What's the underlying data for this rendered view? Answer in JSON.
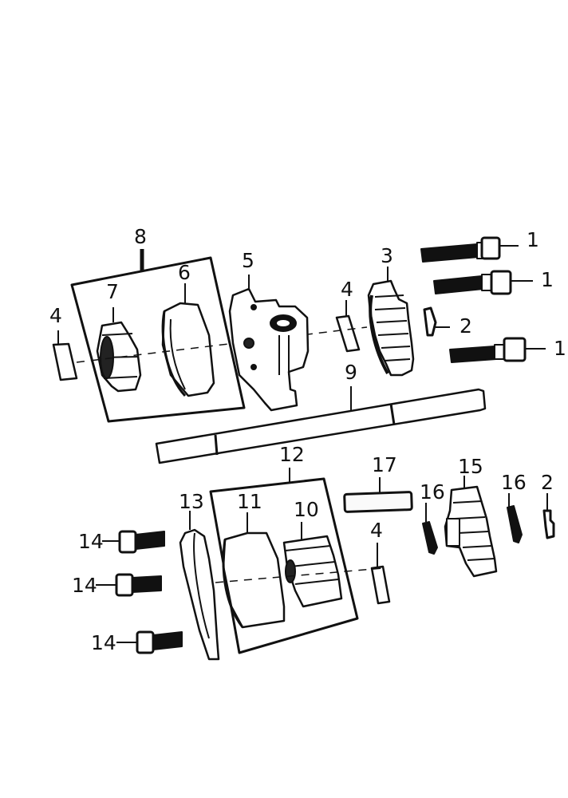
{
  "diagram": {
    "type": "exploded-parts-view",
    "background": "#ffffff",
    "line_color": "#111111",
    "parts": [
      {
        "id": "1",
        "name": "flange-bolt",
        "count": 3
      },
      {
        "id": "2",
        "name": "circlip",
        "count": 2
      },
      {
        "id": "3",
        "name": "gear",
        "count": 1
      },
      {
        "id": "4",
        "name": "pin",
        "count": 3
      },
      {
        "id": "5",
        "name": "pump-body",
        "count": 1
      },
      {
        "id": "6",
        "name": "outer-rotor",
        "count": 1
      },
      {
        "id": "7",
        "name": "inner-rotor",
        "count": 1
      },
      {
        "id": "8",
        "name": "rotor-set",
        "count": 1
      },
      {
        "id": "9",
        "name": "shaft",
        "count": 1
      },
      {
        "id": "10",
        "name": "inner-rotor",
        "count": 1
      },
      {
        "id": "11",
        "name": "outer-rotor",
        "count": 1
      },
      {
        "id": "12",
        "name": "rotor-set",
        "count": 1
      },
      {
        "id": "13",
        "name": "cover-plate",
        "count": 1
      },
      {
        "id": "14",
        "name": "flange-bolt",
        "count": 3
      },
      {
        "id": "15",
        "name": "gear",
        "count": 1
      },
      {
        "id": "16",
        "name": "spring-washer",
        "count": 2
      },
      {
        "id": "17",
        "name": "pin",
        "count": 1
      }
    ],
    "labels": {
      "l1a": "1",
      "l1b": "1",
      "l1c": "1",
      "l2a": "2",
      "l2b": "2",
      "l3": "3",
      "l4a": "4",
      "l4b": "4",
      "l4c": "4",
      "l5": "5",
      "l6": "6",
      "l7": "7",
      "l8": "8",
      "l9": "9",
      "l10": "10",
      "l11": "11",
      "l12": "12",
      "l13": "13",
      "l14a": "14",
      "l14b": "14",
      "l14c": "14",
      "l15": "15",
      "l16a": "16",
      "l16b": "16",
      "l17": "17"
    }
  }
}
